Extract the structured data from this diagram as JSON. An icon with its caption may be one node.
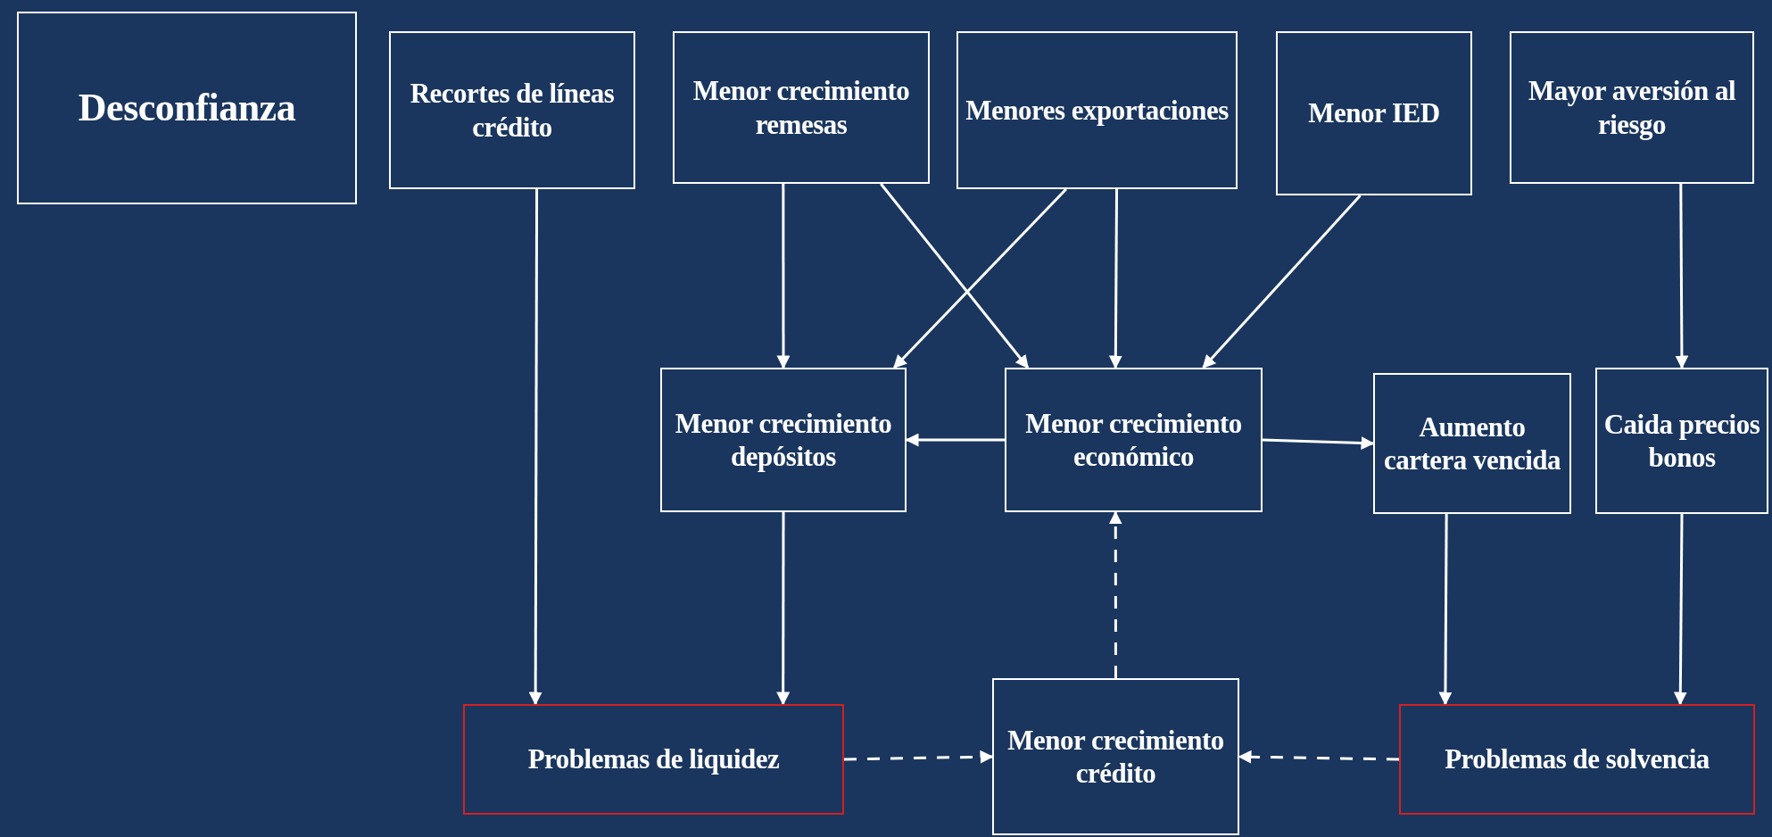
{
  "diagram": {
    "nodes": [
      {
        "text": [
          "Desconfianza"
        ]
      },
      {
        "text": [
          "Recortes de líneas crédito"
        ]
      },
      {
        "text": [
          "Menor crecimiento remesas"
        ]
      },
      {
        "text": [
          "Menores exportaciones"
        ]
      },
      {
        "text": [
          "Menor IED"
        ]
      },
      {
        "text": [
          "Mayor aversión al riesgo"
        ]
      },
      {
        "text": [
          "Menor crecimiento depósitos"
        ]
      },
      {
        "text": [
          "Menor crecimiento económico"
        ]
      },
      {
        "text": [
          "Aumento cartera vencida"
        ]
      },
      {
        "text": [
          "Caida precios bonos"
        ]
      },
      {
        "text": [
          "Problemas de liquidez"
        ]
      },
      {
        "text": [
          "Menor crecimiento crédito"
        ]
      },
      {
        "text": [
          "Problemas de solvencia"
        ]
      }
    ],
    "edges": [
      {
        "from": 1,
        "to": 10,
        "arrow": "to"
      },
      {
        "from": 2,
        "to": 6,
        "arrow": "to"
      },
      {
        "from": 2,
        "to": 7,
        "arrow": "to"
      },
      {
        "from": 3,
        "to": 6,
        "arrow": "to"
      },
      {
        "from": 3,
        "to": 7,
        "arrow": "to"
      },
      {
        "from": 4,
        "to": 7,
        "arrow": "to"
      },
      {
        "from": 5,
        "to": 9,
        "arrow": "to"
      },
      {
        "from": 7,
        "to": 6,
        "arrow": "to"
      },
      {
        "from": 7,
        "to": 8,
        "arrow": "to"
      },
      {
        "from": 6,
        "to": 10,
        "arrow": "to"
      },
      {
        "from": 11,
        "to": 7,
        "arrow": "to",
        "style": "dashed"
      },
      {
        "from": 8,
        "to": 12,
        "arrow": "to"
      },
      {
        "from": 9,
        "to": 12,
        "arrow": "to"
      },
      {
        "from": 10,
        "to": 11,
        "arrow": "to",
        "style": "dashed"
      },
      {
        "from": 12,
        "to": 11,
        "arrow": "to",
        "style": "dashed"
      }
    ]
  }
}
